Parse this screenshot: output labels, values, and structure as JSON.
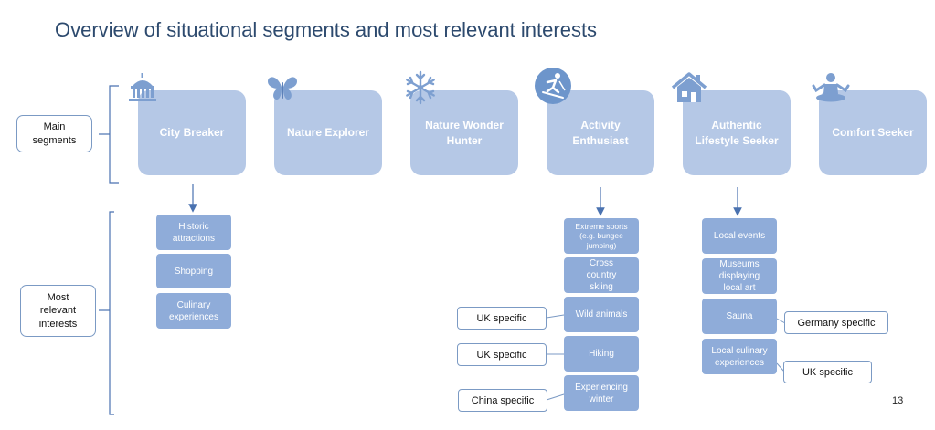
{
  "title": "Overview of situational segments and most relevant interests",
  "side_labels": {
    "main": "Main\nsegments",
    "interests": "Most\nrelevant\ninterests"
  },
  "segments": [
    {
      "label": "City Breaker",
      "icon": "temple-icon"
    },
    {
      "label": "Nature Explorer",
      "icon": "butterfly-icon"
    },
    {
      "label": "Nature Wonder\nHunter",
      "icon": "snowflake-icon"
    },
    {
      "label": "Activity\nEnthusiast",
      "icon": "skier-icon"
    },
    {
      "label": "Authentic\nLifestyle Seeker",
      "icon": "house-icon"
    },
    {
      "label": "Comfort Seeker",
      "icon": "meditation-icon"
    }
  ],
  "interests": {
    "city_breaker": [
      "Historic\nattractions",
      "Shopping",
      "Culinary\nexperiences"
    ],
    "activity_enthusiast": [
      "Extreme sports\n(e.g. bungee\njumping)",
      "Cross\ncountry\nskiing",
      "Wild animals",
      "Hiking",
      "Experiencing\nwinter"
    ],
    "authentic_lifestyle": [
      "Local events",
      "Museums\ndisplaying\nlocal art",
      "Sauna",
      "Local culinary\nexperiences"
    ]
  },
  "callouts": {
    "wild_animals": "UK specific",
    "hiking": "UK specific",
    "winter": "China specific",
    "sauna": "Germany specific",
    "local_culinary": "UK specific"
  },
  "page_number": "13",
  "colors": {
    "title": "#2d4a6e",
    "segment_box": "#b5c8e6",
    "interest_box": "#8facd9",
    "line": "#4a72b0",
    "icon": "#7d9fd0"
  }
}
